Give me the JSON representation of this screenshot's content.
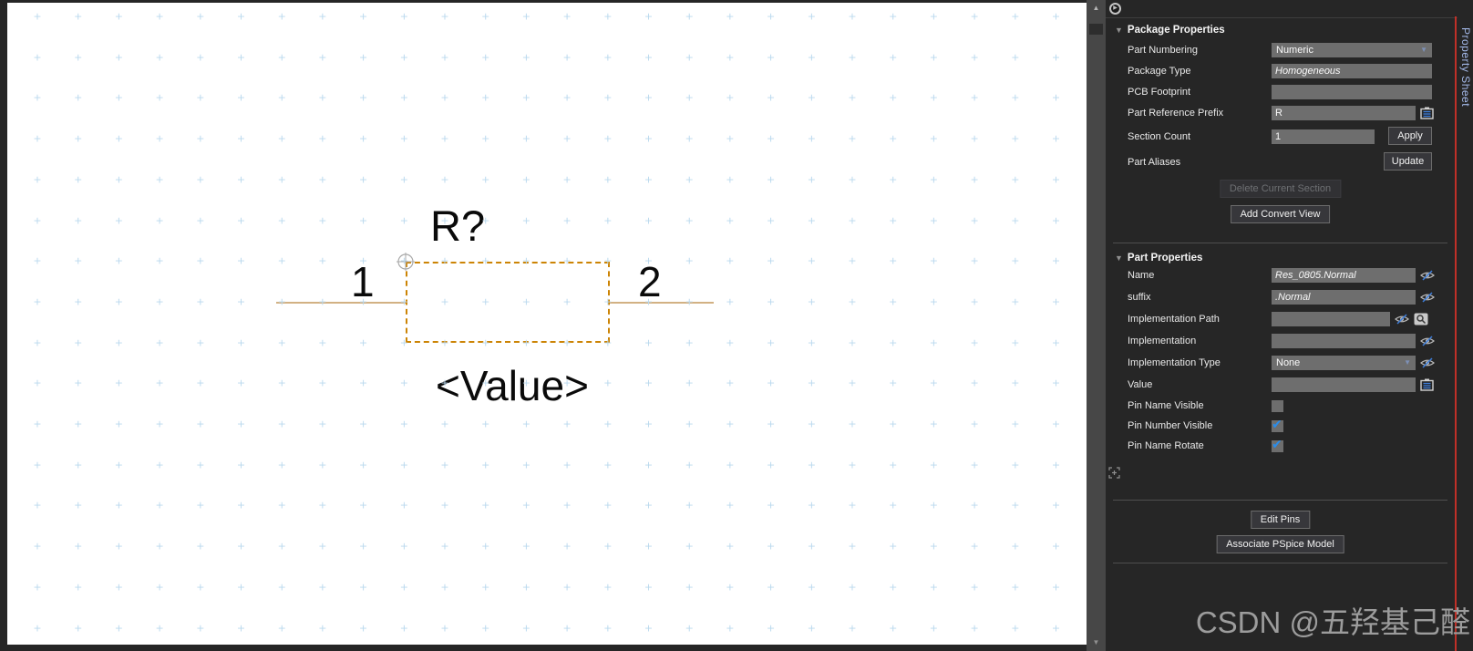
{
  "colors": {
    "panel_bg": "#262626",
    "field_bg": "#6e6e6e",
    "accent_check_blue": "#2b8ce8",
    "dropdown_arrow_blue": "#7d90b5",
    "body_outline_orange": "#cc8405",
    "wire_tan": "#d2b183",
    "grid_blue": "#b9d8ee",
    "tab_text_blue": "#a3b8e8",
    "red_splitter": "#c03028"
  },
  "icons": {
    "scroll_up": "▲",
    "scroll_down": "▼",
    "dropdown_arrow": "▼",
    "section_collapse": "▼",
    "pin_glyph": "▶"
  },
  "canvas": {
    "part_reference": "R?",
    "pin_left_number": "1",
    "pin_right_number": "2",
    "value_label": "<Value>"
  },
  "tab": {
    "label": "Property Sheet"
  },
  "watermark": "CSDN @五羟基己醛",
  "package_properties": {
    "title": "Package Properties",
    "part_numbering": {
      "label": "Part Numbering",
      "value": "Numeric"
    },
    "package_type": {
      "label": "Package Type",
      "value": "Homogeneous"
    },
    "pcb_footprint": {
      "label": "PCB Footprint",
      "value": ""
    },
    "part_reference_prefix": {
      "label": "Part Reference Prefix",
      "value": "R"
    },
    "section_count": {
      "label": "Section Count",
      "value": "1",
      "button": "Apply"
    },
    "part_aliases": {
      "label": "Part Aliases",
      "button": "Update"
    },
    "delete_section_button": "Delete Current Section",
    "add_convert_view_button": "Add Convert View"
  },
  "part_properties": {
    "title": "Part Properties",
    "name": {
      "label": "Name",
      "value": "Res_0805.Normal"
    },
    "suffix": {
      "label": "suffix",
      "value": ".Normal"
    },
    "implementation_path": {
      "label": "Implementation Path",
      "value": ""
    },
    "implementation": {
      "label": "Implementation",
      "value": ""
    },
    "implementation_type": {
      "label": "Implementation Type",
      "value": "None"
    },
    "value": {
      "label": "Value",
      "value": ""
    },
    "pin_name_visible": {
      "label": "Pin Name Visible",
      "checked": false,
      "glyph": ""
    },
    "pin_number_visible": {
      "label": "Pin Number Visible",
      "checked": true,
      "glyph": "✔"
    },
    "pin_name_rotate": {
      "label": "Pin Name Rotate",
      "checked": true,
      "glyph": "✔"
    },
    "edit_pins_button": "Edit Pins",
    "associate_pspice_button": "Associate PSpice Model"
  }
}
